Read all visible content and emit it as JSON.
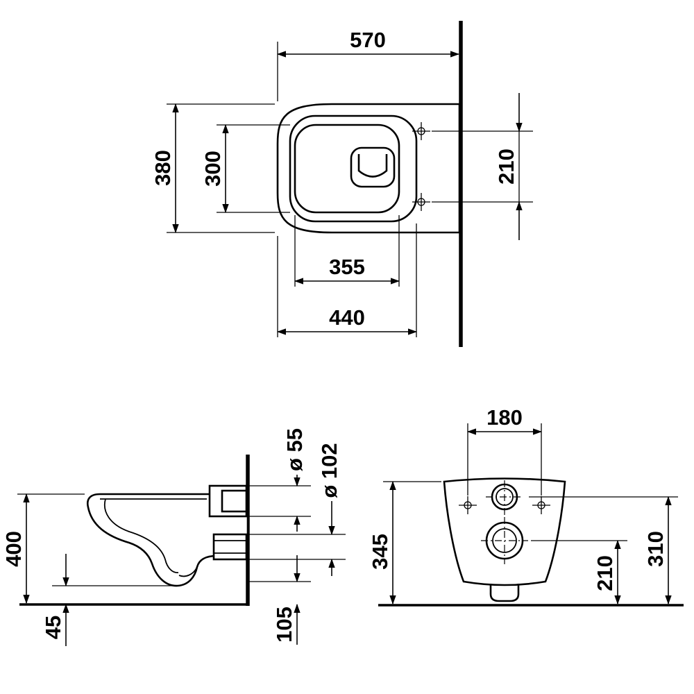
{
  "drawing": {
    "top_view": {
      "overall_width": "570",
      "outer_depth": "380",
      "bowl_inner_depth": "300",
      "fixing_hole_spacing": "210",
      "bowl_inner_width": "355",
      "bowl_outer_width": "440"
    },
    "side_view": {
      "overall_height": "400",
      "front_bottom_offset": "45",
      "flush_pipe_diameter": "ø 55",
      "outlet_pipe_diameter": "ø 102",
      "outlet_bottom_height": "105"
    },
    "rear_view": {
      "fixing_hole_centers": "180",
      "body_height": "345",
      "outlet_center_height": "210",
      "flush_connection_height": "310"
    }
  }
}
